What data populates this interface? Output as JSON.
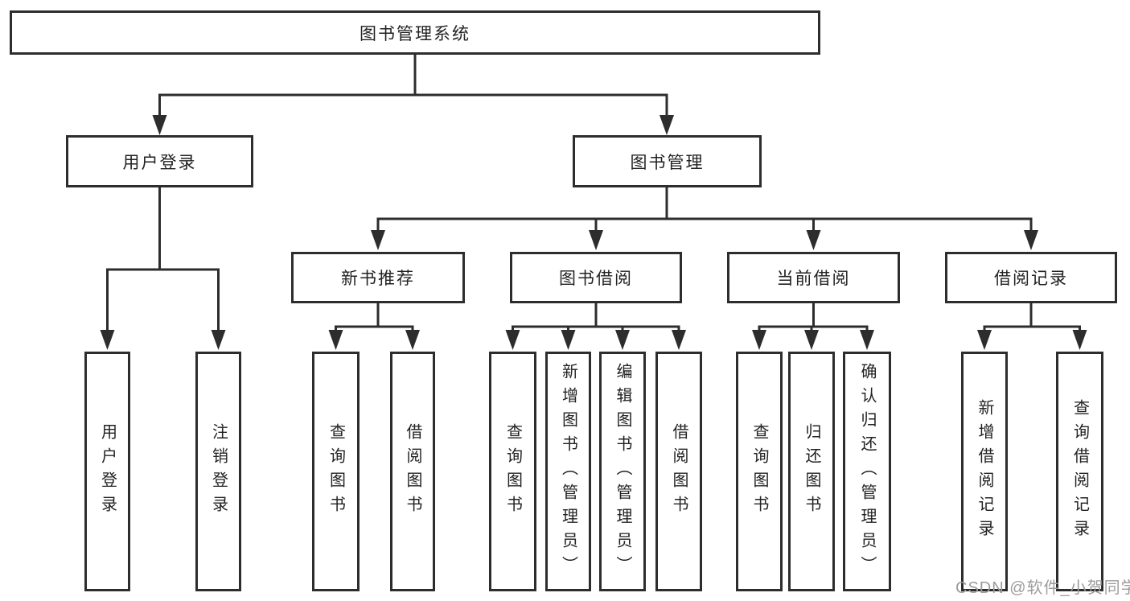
{
  "diagram": {
    "title": "图书管理系统",
    "branches": [
      {
        "label": "用户登录",
        "leaves": [
          "用户登录",
          "注销登录"
        ]
      },
      {
        "label": "图书管理",
        "groups": [
          {
            "label": "新书推荐",
            "leaves": [
              "查询图书",
              "借阅图书"
            ]
          },
          {
            "label": "图书借阅",
            "leaves": [
              "查询图书",
              "新增图书（管理员）",
              "编辑图书（管理员）",
              "借阅图书"
            ]
          },
          {
            "label": "当前借阅",
            "leaves": [
              "查询图书",
              "归还图书",
              "确认归还（管理员）"
            ]
          },
          {
            "label": "借阅记录",
            "leaves": [
              "新增借阅记录",
              "查询借阅记录"
            ]
          }
        ]
      }
    ]
  },
  "watermark": "CSDN @软件_小贺同学",
  "colors": {
    "line": "#2d2d2d",
    "box_border": "#2d2d2d",
    "box_fill": "#ffffff",
    "text": "#222222",
    "watermark_text": "#9c9c9c",
    "background": "#ffffff"
  }
}
